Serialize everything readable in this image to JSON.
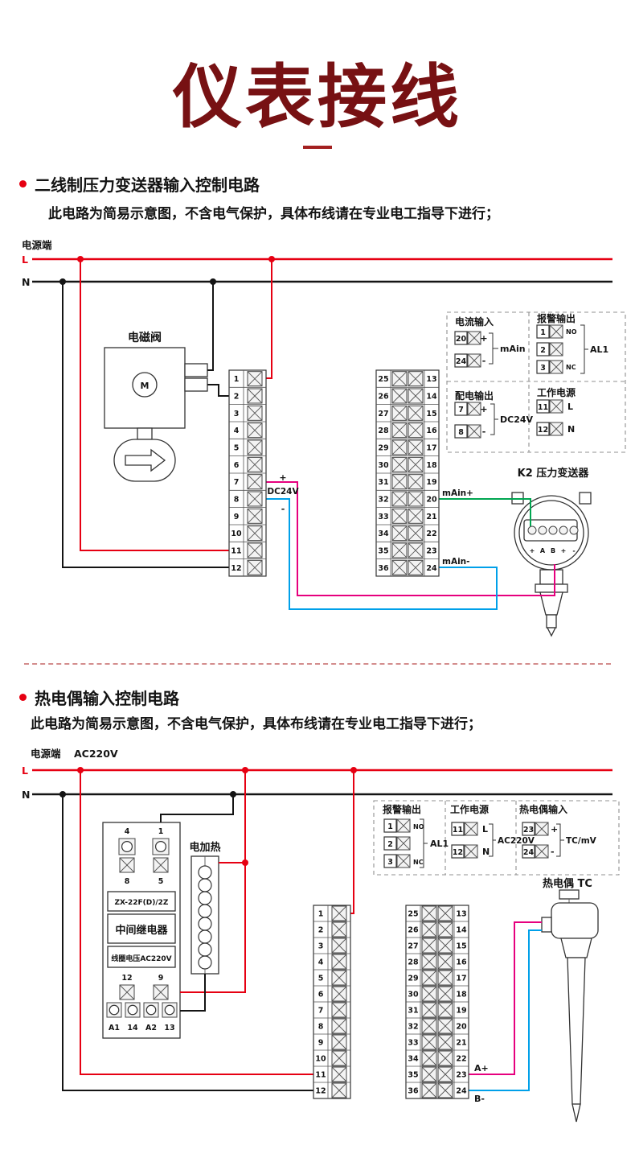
{
  "page": {
    "title": "仪表接线"
  },
  "section1": {
    "heading": "二线制压力变送器输入控制电路",
    "note": "此电路为简易示意图，不含电气保护，具体布线请在专业电工指导下进行；",
    "power_label": "电源端",
    "l": "L",
    "n": "N",
    "solenoid": {
      "label": "电磁阀",
      "motor": "M"
    },
    "block_left": [
      "1",
      "2",
      "3",
      "4",
      "5",
      "6",
      "7",
      "8",
      "9",
      "10",
      "11",
      "12"
    ],
    "block_mid_left": [
      "25",
      "26",
      "27",
      "28",
      "29",
      "30",
      "31",
      "32",
      "33",
      "34",
      "35",
      "36"
    ],
    "block_mid_right": [
      "13",
      "14",
      "15",
      "16",
      "17",
      "18",
      "19",
      "20",
      "21",
      "22",
      "23",
      "24"
    ],
    "dc24v": {
      "plus": "+",
      "label": "DC24V",
      "minus": "-"
    },
    "main_plus": "mAin+",
    "main_minus": "mAin-",
    "panel": {
      "current_input": {
        "title": "电流输入",
        "t1": "20",
        "t2": "24",
        "plus": "+",
        "minus": "-",
        "bracket": "mAin"
      },
      "alarm_output": {
        "title": "报警输出",
        "t1": "1",
        "t2": "2",
        "t3": "3",
        "no": "NO",
        "nc": "NC",
        "bracket": "AL1"
      },
      "power_dist": {
        "title": "配电输出",
        "t1": "7",
        "t2": "8",
        "plus": "+",
        "minus": "-",
        "label": "DC24V"
      },
      "work_power": {
        "title": "工作电源",
        "t1": "11",
        "t2": "12",
        "l": "L",
        "n": "N"
      }
    },
    "transmitter": {
      "label": "K2 压力变送器",
      "terms": [
        "+",
        "A",
        "B",
        "+",
        "-"
      ]
    }
  },
  "section2": {
    "heading": "热电偶输入控制电路",
    "note": "此电路为简易示意图，不含电气保护，具体布线请在专业电工指导下进行；",
    "power_label": "电源端",
    "voltage": "AC220V",
    "l": "L",
    "n": "N",
    "relay": {
      "t_top": [
        "4",
        "1"
      ],
      "t_mid": [
        "8",
        "5"
      ],
      "t_low": [
        "12",
        "9"
      ],
      "t_bottom": [
        "A1",
        "14",
        "A2",
        "13"
      ],
      "model": "ZX-22F(D)/2Z",
      "name": "中间继电器",
      "coil": "线圈电压AC220V"
    },
    "heater_label": "电加热",
    "block_left": [
      "1",
      "2",
      "3",
      "4",
      "5",
      "6",
      "7",
      "8",
      "9",
      "10",
      "11",
      "12"
    ],
    "block_mid_left": [
      "25",
      "26",
      "27",
      "28",
      "29",
      "30",
      "31",
      "32",
      "33",
      "34",
      "35",
      "36"
    ],
    "block_mid_right": [
      "13",
      "14",
      "15",
      "16",
      "17",
      "18",
      "19",
      "20",
      "21",
      "22",
      "23",
      "24"
    ],
    "a_plus": "A+",
    "b_minus": "B-",
    "panel": {
      "alarm_output": {
        "title": "报警输出",
        "t1": "1",
        "t2": "2",
        "t3": "3",
        "no": "NO",
        "nc": "NC",
        "bracket": "AL1"
      },
      "work_power": {
        "title": "工作电源",
        "t1": "11",
        "t2": "12",
        "l": "L",
        "n": "N",
        "label": "AC220V"
      },
      "tc_input": {
        "title": "热电偶输入",
        "t1": "23",
        "t2": "24",
        "plus": "+",
        "minus": "-",
        "bracket": "TC/mV"
      }
    },
    "tc_label": "热电偶 TC"
  },
  "colors": {
    "accent_red": "#e60012",
    "title_red": "#771113",
    "magenta": "#e6007e",
    "blue": "#00a0e9",
    "green": "#00a651"
  }
}
